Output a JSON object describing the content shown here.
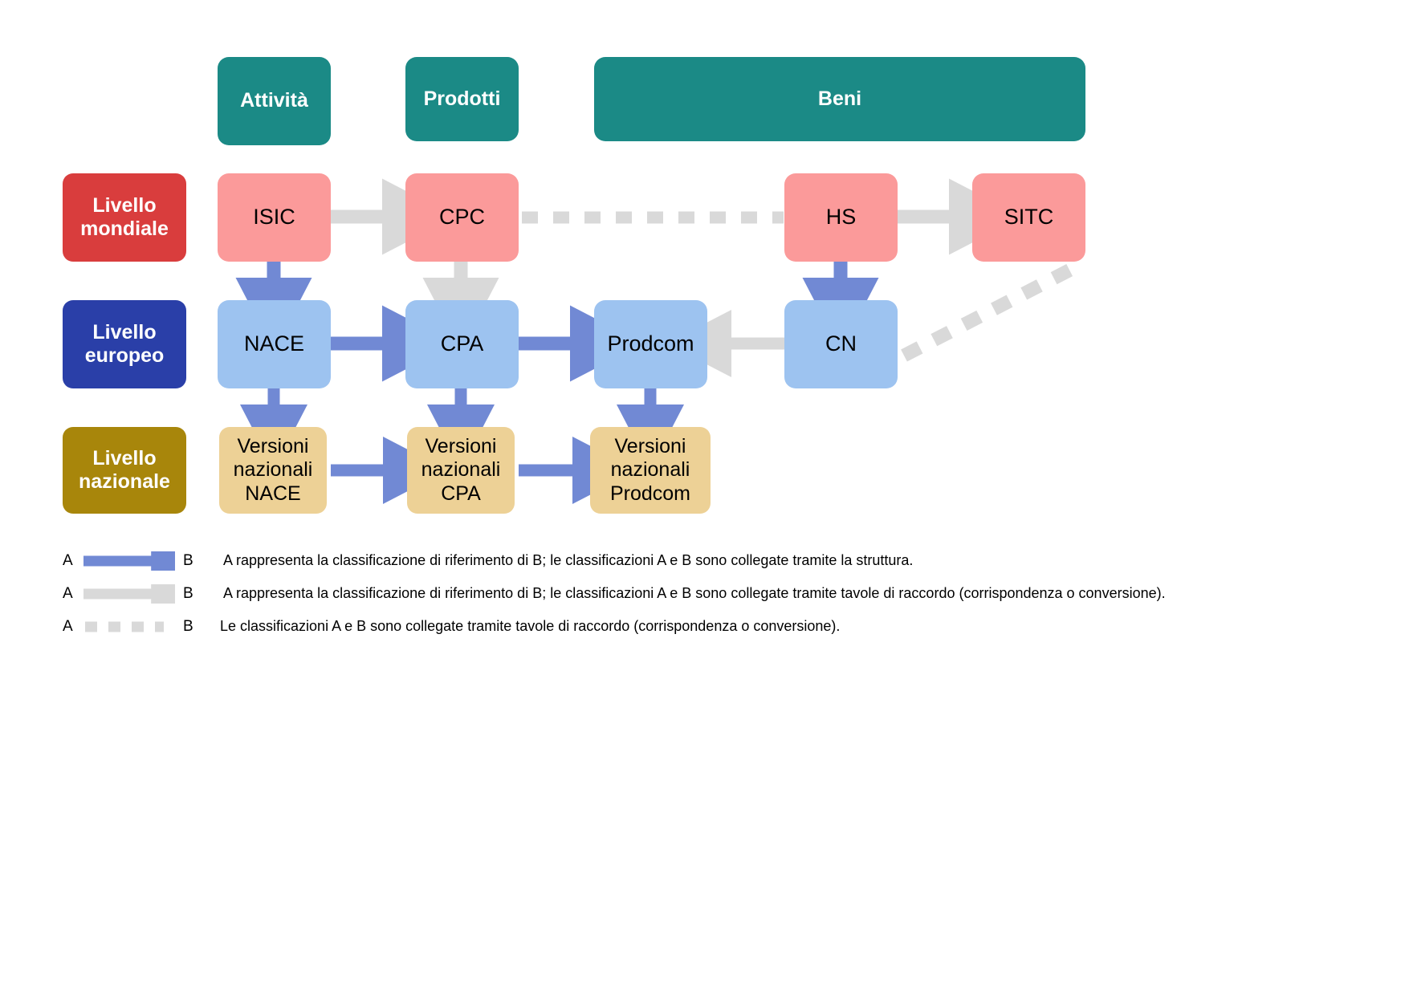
{
  "diagram": {
    "title_row": [
      {
        "id": "attivita",
        "label": "Attività"
      },
      {
        "id": "prodotti",
        "label": "Prodotti"
      },
      {
        "id": "beni",
        "label": "Beni"
      }
    ],
    "levels": [
      {
        "id": "mondiale",
        "label": "Livello\nmondiale",
        "line1": "Livello",
        "line2": "mondiale",
        "color": "#d93d3d"
      },
      {
        "id": "europeo",
        "label": "Livello\neuropeo",
        "line1": "Livello",
        "line2": "europeo",
        "color": "#2a3fa8"
      },
      {
        "id": "nazionale",
        "label": "Livello\nnazionale",
        "line1": "Livello",
        "line2": "nazionale",
        "color": "#a8860b"
      }
    ],
    "nodes": {
      "isic": {
        "label": "ISIC"
      },
      "cpc": {
        "label": "CPC"
      },
      "hs": {
        "label": "HS"
      },
      "sitc": {
        "label": "SITC"
      },
      "nace": {
        "label": "NACE"
      },
      "cpa": {
        "label": "CPA"
      },
      "prodcom": {
        "label": "Prodcom"
      },
      "cn": {
        "label": "CN"
      },
      "vn_nace": {
        "line1": "Versioni",
        "line2": "nazionali",
        "line3": "NACE"
      },
      "vn_cpa": {
        "line1": "Versioni",
        "line2": "nazionali",
        "line3": "CPA"
      },
      "vn_prodcom": {
        "line1": "Versioni",
        "line2": "nazionali",
        "line3": "Prodcom"
      }
    },
    "colors": {
      "header_teal": "#1b8a86",
      "world_pink": "#fb9a9a",
      "european_blue": "#9dc3f0",
      "national_sand": "#edd196",
      "arrow_blue": "#7189d4",
      "arrow_grey": "#d9d9d9",
      "level_red": "#d93d3d",
      "level_blue": "#2a3fa8",
      "level_olive": "#a8860b"
    },
    "edges": [
      {
        "from": "isic",
        "to": "cpc",
        "style": "solid-grey"
      },
      {
        "from": "cpc",
        "to": "hs",
        "style": "dotted-grey"
      },
      {
        "from": "hs",
        "to": "sitc",
        "style": "solid-grey"
      },
      {
        "from": "isic",
        "to": "nace",
        "style": "solid-blue"
      },
      {
        "from": "cpc",
        "to": "cpa",
        "style": "solid-grey"
      },
      {
        "from": "hs",
        "to": "cn",
        "style": "solid-blue"
      },
      {
        "from": "nace",
        "to": "cpa",
        "style": "solid-blue"
      },
      {
        "from": "cpa",
        "to": "prodcom",
        "style": "solid-blue"
      },
      {
        "from": "cn",
        "to": "prodcom",
        "style": "solid-grey"
      },
      {
        "from": "cn",
        "to": "sitc",
        "style": "dotted-grey"
      },
      {
        "from": "nace",
        "to": "vn_nace",
        "style": "solid-blue"
      },
      {
        "from": "cpa",
        "to": "vn_cpa",
        "style": "solid-blue"
      },
      {
        "from": "prodcom",
        "to": "vn_prodcom",
        "style": "solid-blue"
      },
      {
        "from": "vn_nace",
        "to": "vn_cpa",
        "style": "solid-blue"
      },
      {
        "from": "vn_cpa",
        "to": "vn_prodcom",
        "style": "solid-blue"
      }
    ]
  },
  "legend": {
    "a_label": "A",
    "b_label": "B",
    "rows": [
      {
        "style": "solid-blue",
        "text": "A rappresenta la classificazione  di riferimento  di B; le classificazioni A e B sono collegate  tramite la struttura."
      },
      {
        "style": "solid-grey",
        "text": "A rappresenta la classificazione  di riferimento di B; le classificazioni A e B sono collegate  tramite tavole di raccordo (corrispondenza o conversione)."
      },
      {
        "style": "dotted-grey",
        "text": "Le classificazioni A e B sono collegate tramite tavole di raccordo (corrispondenza o conversione)."
      }
    ]
  }
}
